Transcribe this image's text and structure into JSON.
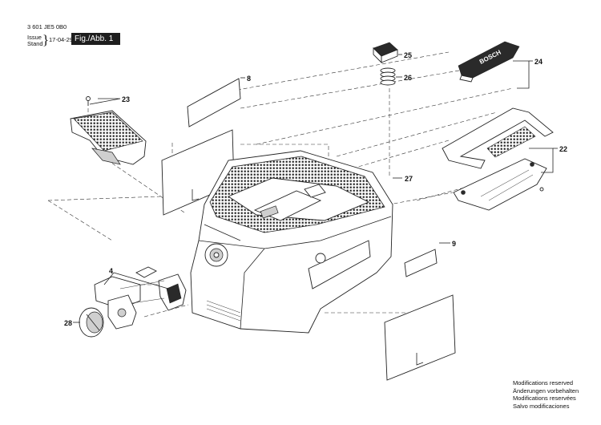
{
  "header": {
    "doc_number": "3 601 JE5 0B0",
    "issue_label": "Issue",
    "stand_label": "Stand",
    "date": "17-04-29",
    "figure_label": "Fig./Abb. 1"
  },
  "modifications": [
    "Modifications reserved",
    "Änderungen vorbehalten",
    "Modifications reservées",
    "Salvo modificaciones"
  ],
  "callouts": {
    "c4": "4",
    "c8": "8",
    "c9": "9",
    "c22": "22",
    "c23": "23",
    "c24": "24",
    "c25": "25",
    "c26": "26",
    "c27": "27",
    "c28": "28"
  },
  "logo_text": "BOSCH"
}
